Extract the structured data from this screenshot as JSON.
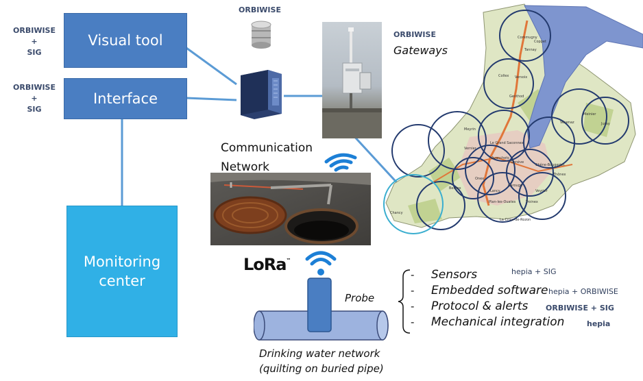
{
  "boxes": {
    "visual_tool": "Visual tool",
    "interface": "Interface",
    "monitoring_line1": "Monitoring",
    "monitoring_line2": "center"
  },
  "partners": {
    "visual_tool_line1": "ORBIWISE",
    "visual_tool_line2": "+",
    "visual_tool_line3": "SIG",
    "interface_line1": "ORBIWISE",
    "interface_line2": "+",
    "interface_line3": "SIG",
    "server": "ORBIWISE",
    "gateways": "ORBIWISE"
  },
  "labels": {
    "gateways": "Gateways",
    "communication_line1": "Communication",
    "communication_line2": "Network",
    "lora": "LoRa",
    "probe": "Probe",
    "water_line1": "Drinking water network",
    "water_line2": "(quilting on buried pipe)"
  },
  "tasks": [
    {
      "dash": "-",
      "label": "Sensors",
      "partner": "hepia + SIG"
    },
    {
      "dash": "-",
      "label": "Embedded software",
      "partner": "hepia + ORBIWISE"
    },
    {
      "dash": "-",
      "label": "Protocol & alerts",
      "partner": "ORBIWISE + SIG"
    },
    {
      "dash": "-",
      "label": "Mechanical integration",
      "partner": "hepia"
    }
  ],
  "map_places": [
    "Commugny",
    "Tannay",
    "Coppet",
    "Versoix",
    "Collex",
    "Genthod",
    "Meyrin",
    "Le Grand Saconnex",
    "Vernier",
    "Avanchets",
    "Genève",
    "Onex",
    "Carouge",
    "Chêne-Bougeries",
    "Bernex",
    "Lancy",
    "Plan-les-Ouates",
    "Troinex",
    "Meinier",
    "Vésenaz",
    "Jussy",
    "Thônex",
    "La Croix-de-Rozon",
    "Chancy",
    "Veyrier"
  ],
  "colors": {
    "box_dark": "#4a7ec2",
    "box_light": "#30b0e6",
    "connector": "#5b9bd5",
    "lake": "#7e95cf"
  }
}
